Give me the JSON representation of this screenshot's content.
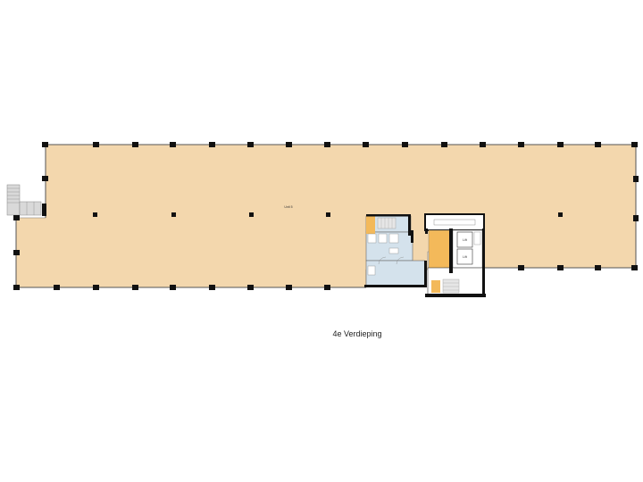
{
  "floor": {
    "name": "4e Verdieping"
  },
  "rooms": {
    "unit_label": "Unit 5",
    "lift_label_1": "Lift",
    "lift_label_2": "Lift"
  },
  "colors": {
    "floor_fill": "#f3d7ad",
    "wet_area_fill": "#d4e2ec",
    "stair_fill": "#f3b95a",
    "wall": "#111111",
    "stair_gray": "#c8c8c8"
  }
}
